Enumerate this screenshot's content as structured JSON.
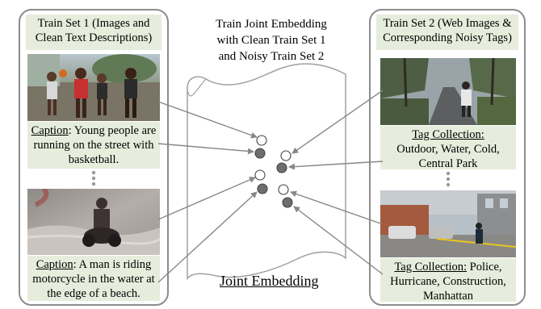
{
  "left_panel": {
    "header_line1": "Train Set 1 (Images and",
    "header_line2": "Clean Text Descriptions)",
    "caption1_label": "Caption",
    "caption1_line1": ": Young people are",
    "caption1_line2": "running on the street with",
    "caption1_line3": "basketball.",
    "caption2_label": "Caption",
    "caption2_line1": ": A man is riding",
    "caption2_line2": "motorcycle in the water at",
    "caption2_line3": "the edge of a beach."
  },
  "center": {
    "title_line1": "Train Joint Embedding",
    "title_line2": "with Clean Train Set 1",
    "title_line3": "and Noisy Train Set 2",
    "embedding_label": "Joint Embedding"
  },
  "right_panel": {
    "header_line1": "Train Set 2 (Web Images &",
    "header_line2": "Corresponding Noisy Tags)",
    "tags1_label": "Tag Collection:",
    "tags1_line1": "Outdoor, Water, Cold,",
    "tags1_line2": "Central Park",
    "tags2_label": "Tag Collection:",
    "tags2_line1": " Police,",
    "tags2_line2": "Hurricane, Construction,",
    "tags2_line3": "Manhattan"
  },
  "colors": {
    "panel_border": "#8c8c8c",
    "label_fill": "#e6eddc",
    "image_marker": "#6e6e6e",
    "text_marker": "#ffffff",
    "arrow": "#888888"
  }
}
